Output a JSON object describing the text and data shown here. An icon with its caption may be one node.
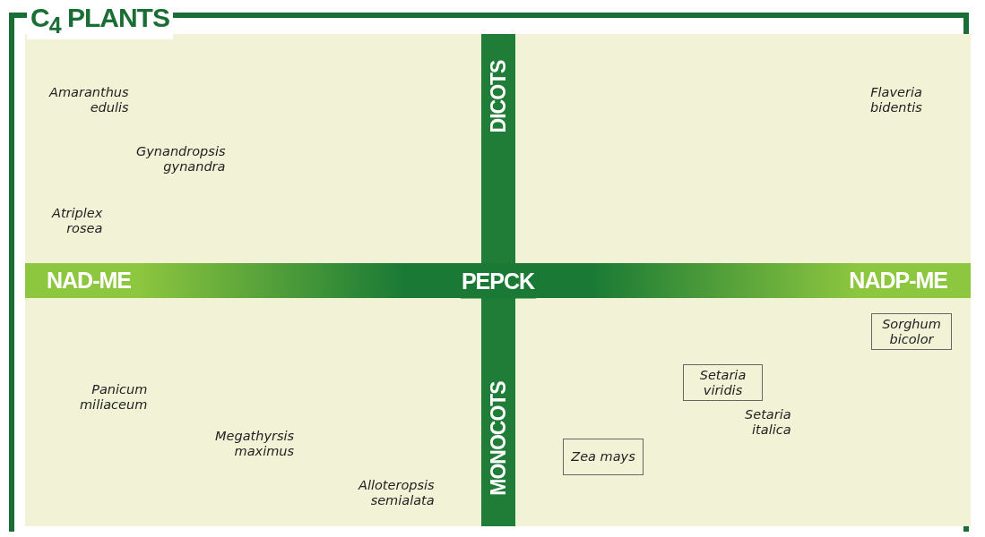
{
  "diagram": {
    "title": "C$_{4}$ PLANTS",
    "nodes": [
      {
        "text": [
          "NAD-ME",
          "NADP-ME"
        ]
      },
      {
        "text": [
          "PEPCK"
        ],
        "in": 0
      },
      {
        "text": [
          "DICOTS",
          "MONOCOTS"
        ]
      },
      {
        "text": [
          "Sorghum bicolor"
        ]
      },
      {
        "text": [
          "Setaria viridis"
        ]
      },
      {
        "text": [
          "Zea mays"
        ]
      }
    ],
    "edges": [],
    "labels": [
      "Amaranthus edulis",
      "Flaveria bidentis",
      "Gynandropsis gynandra",
      "Atriplex rosea",
      "Panicum miliaceum",
      "Setaria italica",
      "Megathyrsis maximus",
      "Alloteropsis semialata"
    ]
  }
}
